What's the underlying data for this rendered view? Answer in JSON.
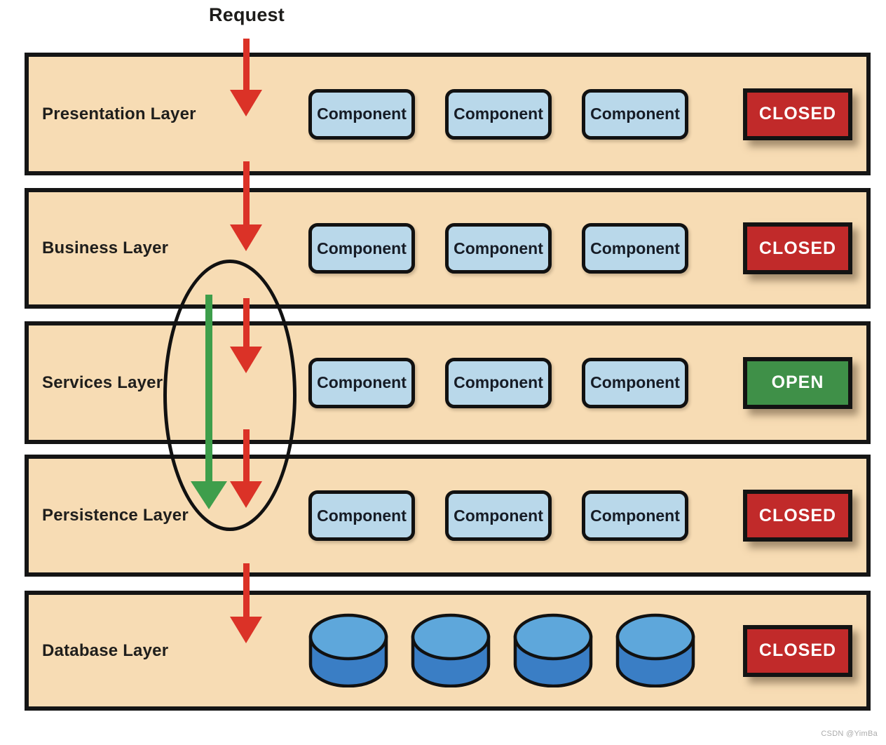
{
  "request_label": "Request",
  "watermark": "CSDN @YimBa",
  "layers": [
    {
      "label": "Presentation Layer",
      "status": "CLOSED",
      "status_color": "#C12A2A",
      "components": [
        "Component",
        "Component",
        "Component"
      ]
    },
    {
      "label": "Business Layer",
      "status": "CLOSED",
      "status_color": "#C12A2A",
      "components": [
        "Component",
        "Component",
        "Component"
      ]
    },
    {
      "label": "Services Layer",
      "status": "OPEN",
      "status_color": "#3F9048",
      "components": [
        "Component",
        "Component",
        "Component"
      ]
    },
    {
      "label": "Persistence Layer",
      "status": "CLOSED",
      "status_color": "#C12A2A",
      "components": [
        "Component",
        "Component",
        "Component"
      ]
    },
    {
      "label": "Database Layer",
      "status": "CLOSED",
      "status_color": "#C12A2A",
      "database_count": 4
    }
  ],
  "annotations": {
    "bypass_ellipse": "highlights request skipping the open Services Layer from Business Layer to Persistence Layer"
  },
  "colors": {
    "layer_background": "#F7DCB4",
    "outline": "#151515",
    "component_fill": "#B9D8EA",
    "closed_badge": "#C12A2A",
    "open_badge": "#3F9048",
    "arrow_red": "#DB3227",
    "arrow_green": "#3E9E4B",
    "database_top": "#5EA7DB",
    "database_body": "#3A7EC5"
  }
}
